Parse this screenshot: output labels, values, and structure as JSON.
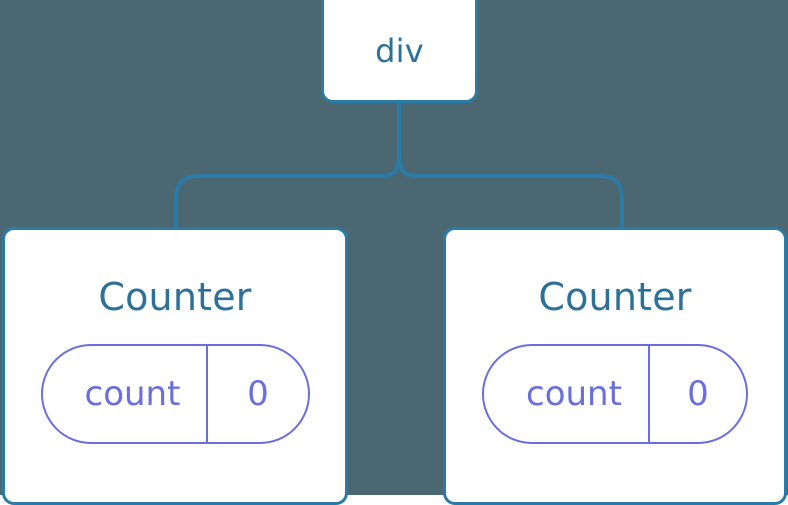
{
  "diagram": {
    "type": "component-tree",
    "title": "React component tree",
    "background_color": "#4b6772",
    "connector_color": "#2b7ba8",
    "node_border_color": "#2b7ba8",
    "node_title_color": "#2d7199",
    "state_accent_color": "#6b6ede"
  },
  "root": {
    "label": "div"
  },
  "children": [
    {
      "label": "Counter",
      "state": {
        "key": "count",
        "value": "0"
      }
    },
    {
      "label": "Counter",
      "state": {
        "key": "count",
        "value": "0"
      }
    }
  ]
}
